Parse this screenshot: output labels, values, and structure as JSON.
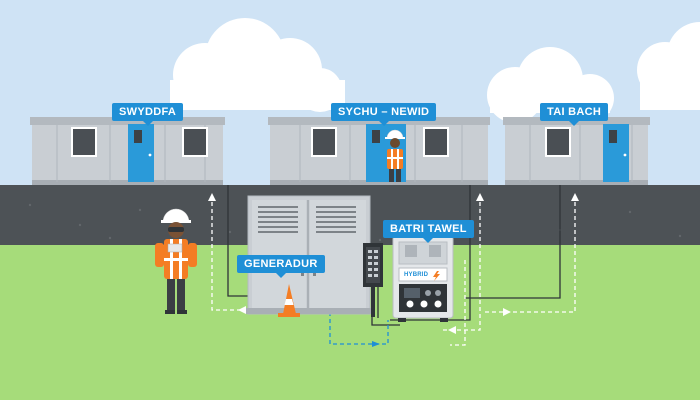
{
  "labels": {
    "office": "SWYDDFA",
    "drying_room": "SYCHU – NEWID",
    "toilets": "TAI BACH",
    "generator": "GENERADUR",
    "battery": "BATRI TAWEL",
    "hybrid": "HYBRID"
  },
  "colors": {
    "sky": "#cfe3f5",
    "ground": "#a6dc7a",
    "road": "#4d5256",
    "cabin": "#c9ced3",
    "door": "#2a9ad9",
    "label": "#1f8fd6",
    "hivis": "#f47d24"
  }
}
